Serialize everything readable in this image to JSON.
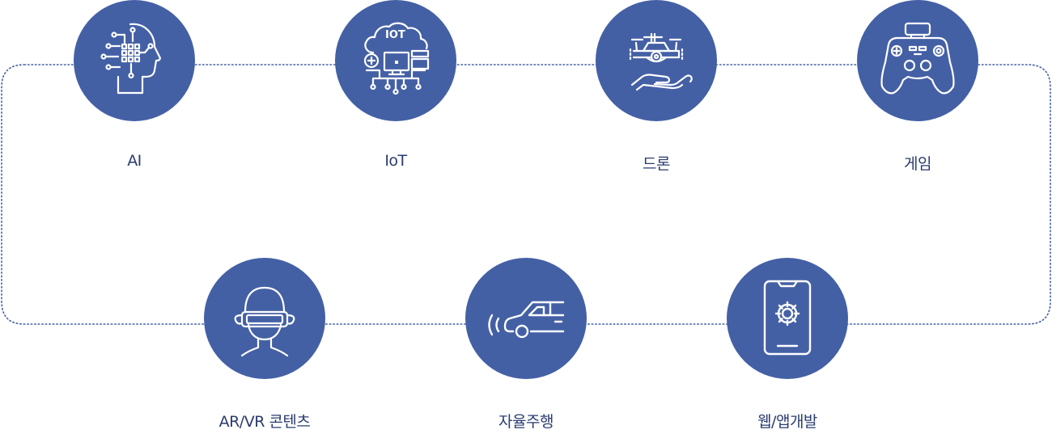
{
  "nodes": [
    {
      "label": "AI",
      "icon": "ai-head-icon"
    },
    {
      "label": "IoT",
      "icon": "iot-cloud-icon"
    },
    {
      "label": "드론",
      "icon": "drone-hand-icon"
    },
    {
      "label": "게임",
      "icon": "game-controller-icon"
    },
    {
      "label": "AR/VR 콘텐츠",
      "icon": "vr-headset-icon"
    },
    {
      "label": "자율주행",
      "icon": "autonomous-car-icon"
    },
    {
      "label": "웹/앱개발",
      "icon": "smartphone-gear-icon"
    }
  ],
  "colors": {
    "circle": "#4460a5",
    "label": "#2a3b70",
    "line": "#4460a5"
  }
}
